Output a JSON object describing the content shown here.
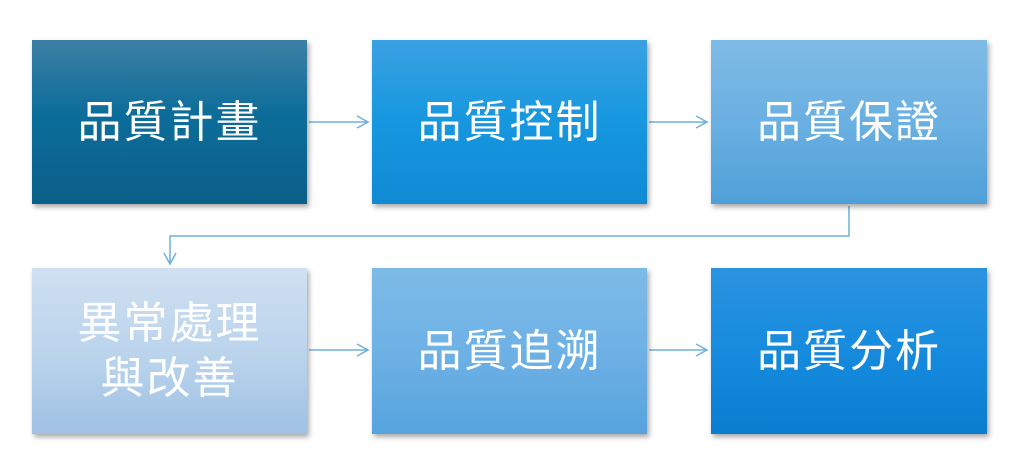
{
  "diagram": {
    "colors": {
      "connector": "#6fb0dc"
    },
    "nodes": [
      {
        "id": "n1",
        "label": "品質計畫",
        "color": "#0c6d9a"
      },
      {
        "id": "n2",
        "label": "品質控制",
        "color": "#1697df"
      },
      {
        "id": "n3",
        "label": "品質保證",
        "color": "#6ab0e2"
      },
      {
        "id": "n4",
        "label": "異常處理\n與改善",
        "color": "#b9d3ec"
      },
      {
        "id": "n5",
        "label": "品質追溯",
        "color": "#6eb1e5"
      },
      {
        "id": "n6",
        "label": "品質分析",
        "color": "#168bde"
      }
    ],
    "edges": [
      {
        "from": "n1",
        "to": "n2"
      },
      {
        "from": "n2",
        "to": "n3"
      },
      {
        "from": "n3",
        "to": "n4"
      },
      {
        "from": "n4",
        "to": "n5"
      },
      {
        "from": "n5",
        "to": "n6"
      }
    ]
  }
}
